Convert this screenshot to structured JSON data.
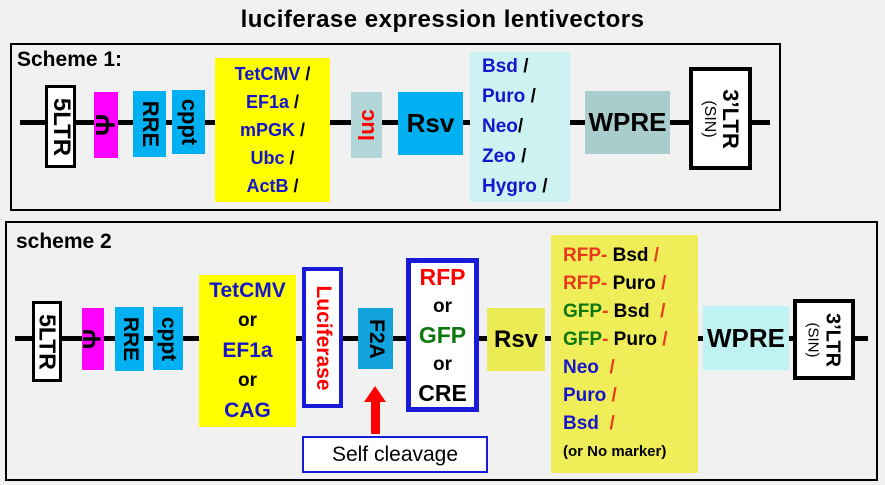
{
  "title": "luciferase expression lentivectors",
  "colors": {
    "background": "#f1f1f1",
    "magenta": "#ff00ff",
    "cyan": "#00b0f0",
    "yellow": "#ffff00",
    "pale_cyan_marker": "#cdf2f2",
    "luc_gray": "#b2d6d8",
    "wpre1_gray": "#a9cccd",
    "wpre2_cyan": "#bff2f2",
    "rsv2_yellow": "#ebeb55",
    "marker2_yellow": "#f0ee58",
    "f2a_blue": "#12a3dc",
    "text_blue": "#1515cc",
    "text_red": "#ff0000",
    "marker_red": "#e8391c",
    "text_green": "#0e780e",
    "border_blue": "#1a1ad9",
    "line_black": "#000000"
  },
  "scheme1": {
    "heading": "Scheme 1:",
    "boxes": {
      "ltr5": "5LTR",
      "psi": "Ψ",
      "rre": "RRE",
      "cppt": "cppt",
      "promoter_lines": [
        {
          "name": "TetCMV ",
          "slash": "/"
        },
        {
          "name": "EF1a ",
          "slash": "/"
        },
        {
          "name": "mPGK ",
          "slash": "/"
        },
        {
          "name": "Ubc ",
          "slash": "/"
        },
        {
          "name": "ActB ",
          "slash": "/"
        }
      ],
      "luc": "luc",
      "rsv": "Rsv",
      "marker_lines": [
        {
          "name": "Bsd ",
          "slash": "/"
        },
        {
          "name": "Puro ",
          "slash": "/"
        },
        {
          "name": "Neo",
          "slash": "/"
        },
        {
          "name": "Zeo ",
          "slash": "/"
        },
        {
          "name": "Hygro ",
          "slash": "/"
        }
      ],
      "wpre": "WPRE",
      "ltr3": "3’LTR",
      "sin": "(SIN)"
    }
  },
  "scheme2": {
    "heading": "scheme 2",
    "boxes": {
      "ltr5": "5LTR",
      "psi": "Ψ",
      "rre": "RRE",
      "cppt": "cppt",
      "promoter_lines": [
        "TetCMV",
        "or",
        "EF1a",
        "or",
        "CAG"
      ],
      "luciferase": "Luciferase",
      "f2a": "F2A",
      "reporter_lines": [
        "RFP",
        "or",
        "GFP",
        "or",
        "CRE"
      ],
      "rsv": "Rsv",
      "marker_lines": [
        {
          "a": "RFP-",
          "b": " Bsd ",
          "c": "/"
        },
        {
          "a": "RFP-",
          "b": " Puro ",
          "c": "/"
        },
        {
          "a": "GFP",
          "dash": "-",
          "b": " Bsd  ",
          "c": "/"
        },
        {
          "a": "GFP",
          "dash": "-",
          "b": " Puro ",
          "c": "/"
        },
        {
          "a": "Neo",
          "c": "  /"
        },
        {
          "a": "Puro",
          "c": " /"
        },
        {
          "a": "Bsd",
          "c": "  /"
        },
        {
          "note": "(or No marker)"
        }
      ],
      "wpre": "WPRE",
      "ltr3": "3’LTR",
      "sin": "(SIN)",
      "annotation": "Self cleavage"
    }
  }
}
